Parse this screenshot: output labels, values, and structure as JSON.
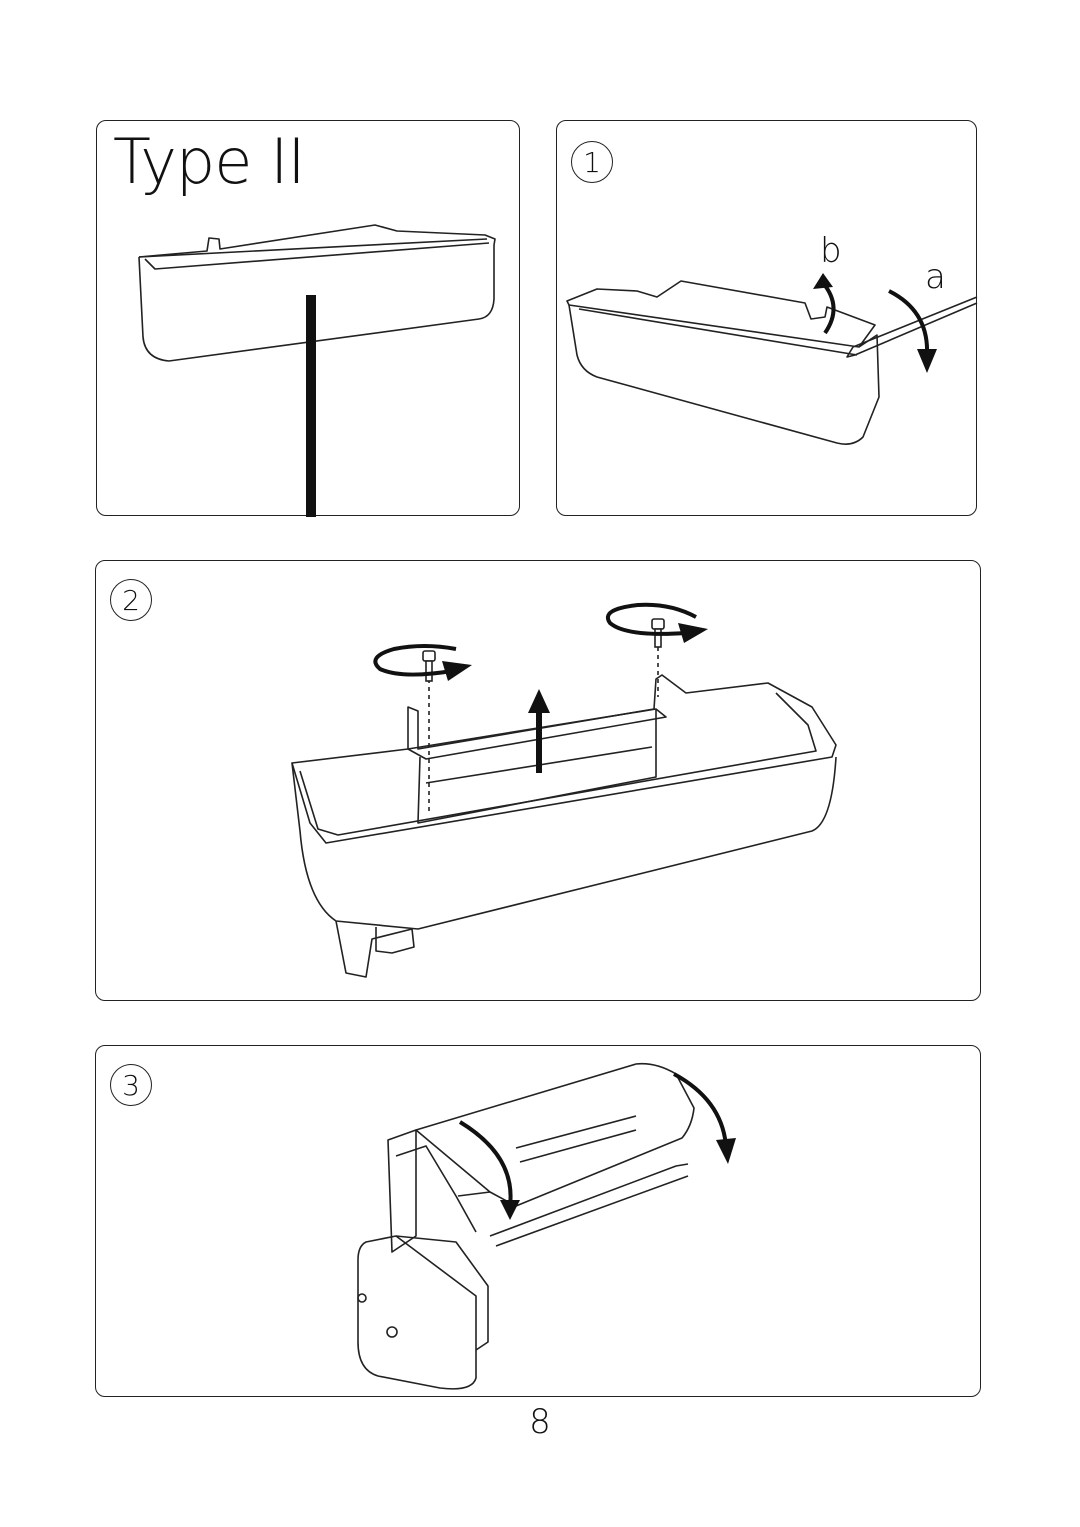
{
  "panels": {
    "type": {
      "title": "Type II"
    },
    "step1": {
      "number": "1",
      "label_b": "b",
      "label_a": "a"
    },
    "step2": {
      "number": "2"
    },
    "step3": {
      "number": "3"
    }
  },
  "page": {
    "number": "8"
  }
}
